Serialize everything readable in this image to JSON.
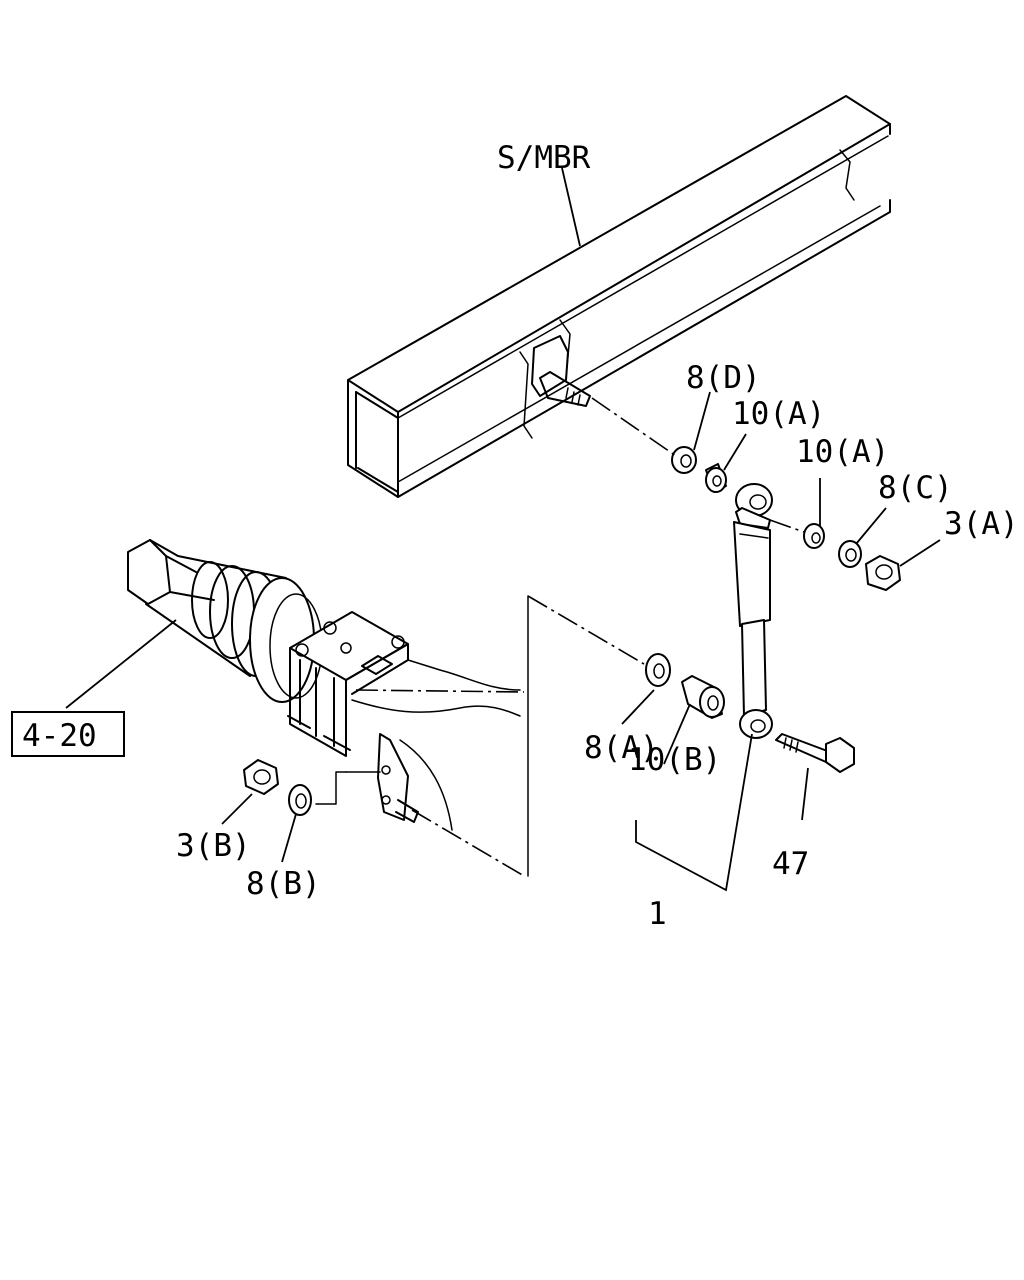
{
  "labels": {
    "smbr": "S/MBR",
    "ref": "4-20",
    "p8d": "8(D)",
    "p10a_1": "10(A)",
    "p10a_2": "10(A)",
    "p8c": "8(C)",
    "p3a": "3(A)",
    "p8a": "8(A)",
    "p10b": "10(B)",
    "p3b": "3(B)",
    "p8b": "8(B)",
    "p47": "47",
    "p1": "1"
  }
}
